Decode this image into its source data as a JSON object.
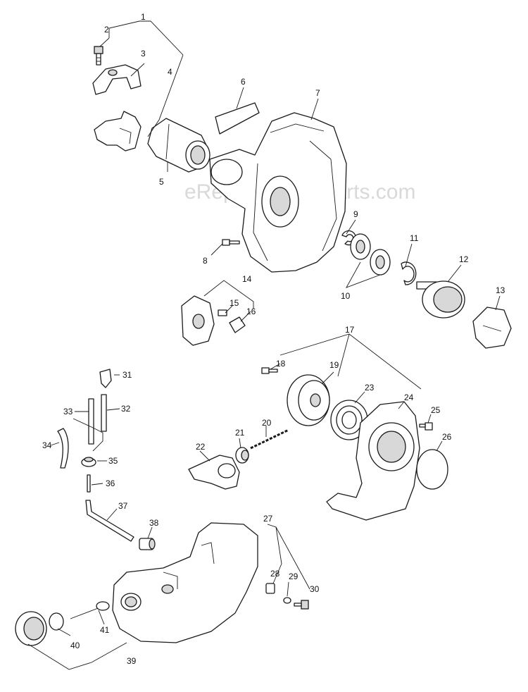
{
  "watermark": "eReplacementParts.com",
  "callouts": [
    "1",
    "2",
    "3",
    "4",
    "5",
    "6",
    "7",
    "8",
    "9",
    "10",
    "11",
    "12",
    "13",
    "14",
    "15",
    "16",
    "17",
    "18",
    "19",
    "20",
    "21",
    "22",
    "23",
    "24",
    "25",
    "26",
    "27",
    "28",
    "29",
    "30",
    "31",
    "32",
    "33",
    "34",
    "35",
    "36",
    "37",
    "38",
    "39",
    "40",
    "41"
  ]
}
